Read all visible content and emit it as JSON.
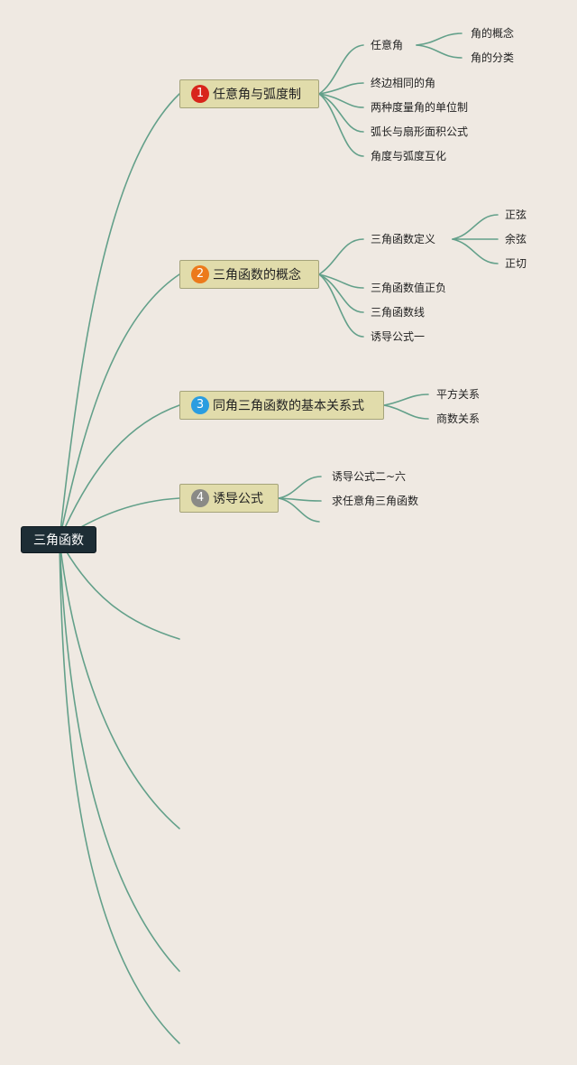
{
  "root": {
    "label": "三角函数"
  },
  "branches": [
    {
      "num": "1",
      "label": "任意角与弧度制",
      "badge_color": "#d8241b",
      "children": [
        {
          "label": "任意角",
          "children": [
            "角的概念",
            "角的分类"
          ]
        },
        {
          "label": "终边相同的角"
        },
        {
          "label": "两种度量角的单位制"
        },
        {
          "label": "弧长与扇形面积公式"
        },
        {
          "label": "角度与弧度互化"
        }
      ]
    },
    {
      "num": "2",
      "label": "三角函数的概念",
      "badge_color": "#ec7a1b",
      "children": [
        {
          "label": "三角函数定义",
          "children": [
            "正弦",
            "余弦",
            "正切"
          ]
        },
        {
          "label": "三角函数值正负"
        },
        {
          "label": "三角函数线"
        },
        {
          "label": "诱导公式一"
        }
      ]
    },
    {
      "num": "3",
      "label": "同角三角函数的基本关系式",
      "badge_color": "#2a9de0",
      "children": [
        {
          "label": "平方关系"
        },
        {
          "label": "商数关系"
        }
      ]
    },
    {
      "num": "4",
      "label": "诱导公式",
      "badge_color": "#8a8a86",
      "children": [
        {
          "label": "诱导公式二~六"
        },
        {
          "label": "求任意角三角函数"
        }
      ]
    }
  ],
  "colors": {
    "connector": "#63a08a",
    "branch_fill": "#e1dcab",
    "root_fill": "#1d2d35",
    "background": "#efe9e2"
  }
}
